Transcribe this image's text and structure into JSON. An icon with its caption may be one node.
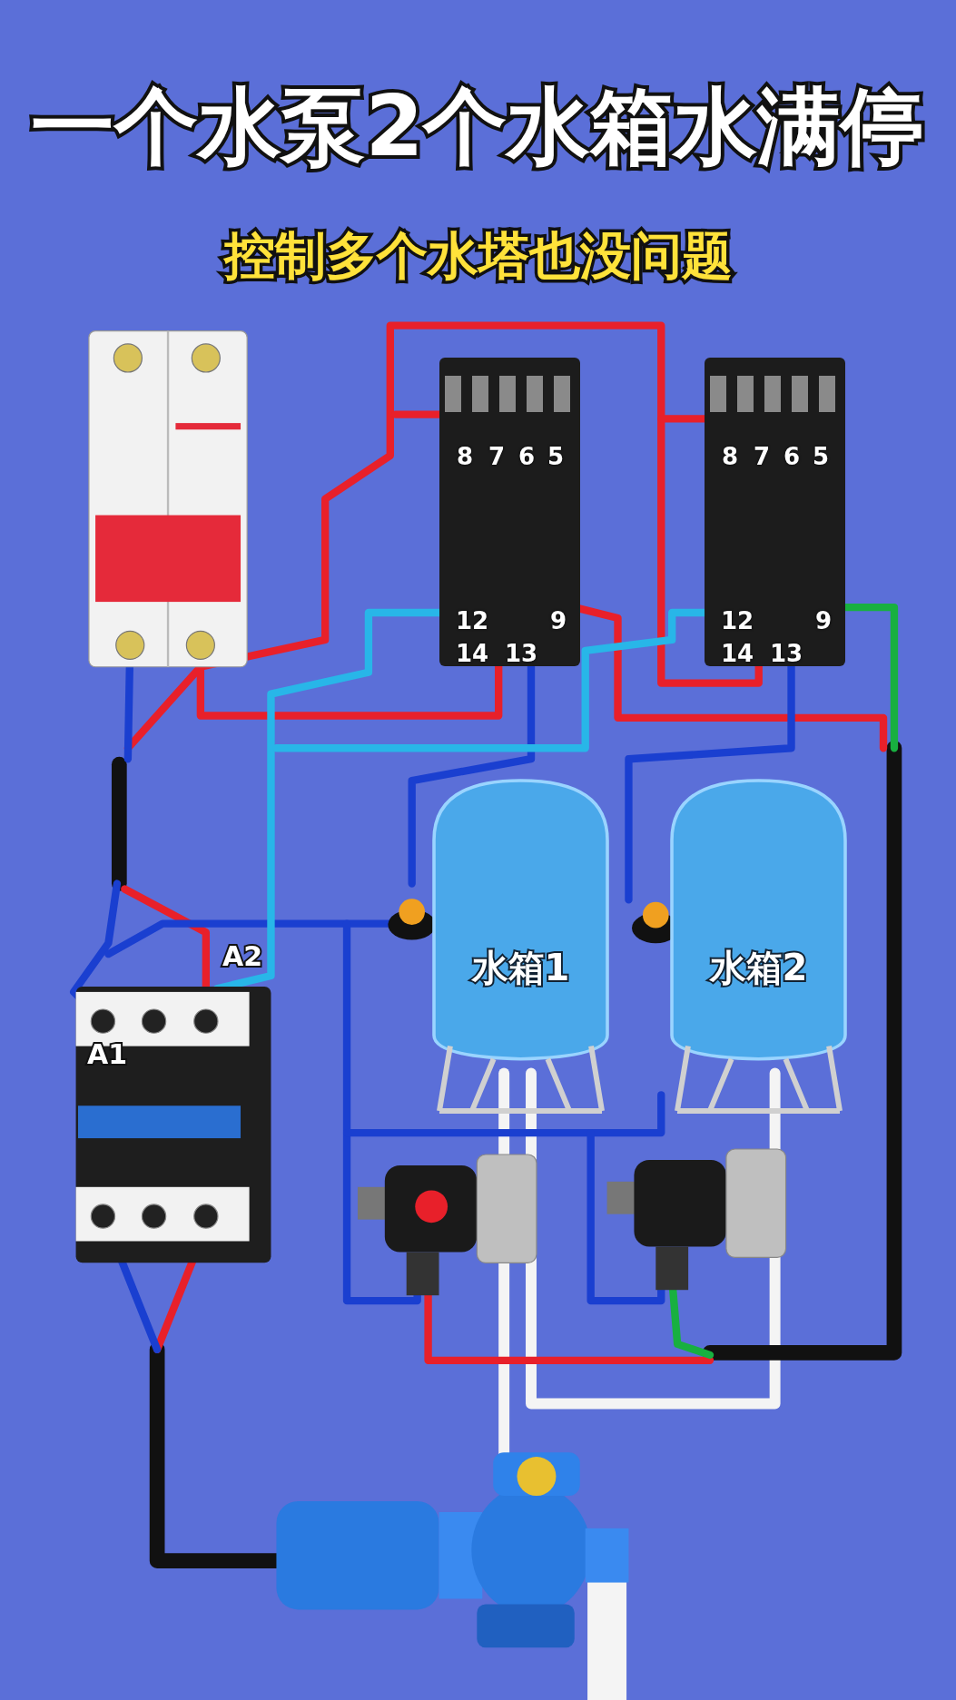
{
  "diagram": {
    "title": "一个水泵2个水箱水满停",
    "nodes": [
      {
        "text": [
          "8",
          "7",
          "6",
          "5",
          "12",
          "9",
          "14",
          "13"
        ]
      },
      {
        "text": [
          "8",
          "7",
          "6",
          "5",
          "12",
          "9",
          "14",
          "13"
        ]
      },
      {
        "text": [
          "水箱1"
        ]
      },
      {
        "text": [
          "水箱2"
        ]
      }
    ],
    "labels": [
      "控制多个水塔也没问题",
      "A2",
      "A1"
    ]
  }
}
